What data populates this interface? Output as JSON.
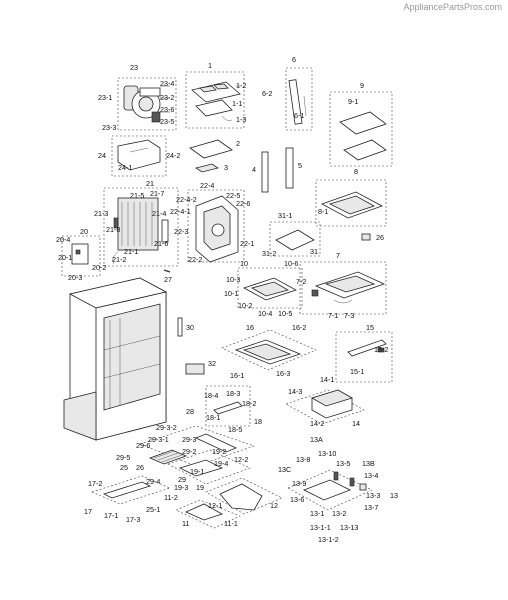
{
  "watermark": "AppliancePartsPros.com",
  "labels": {
    "l1": "1",
    "l1_1": "1-1",
    "l1_2": "1-2",
    "l1_3": "1-3",
    "l2": "2",
    "l3": "3",
    "l4": "4",
    "l5": "5",
    "l6": "6",
    "l6_1": "6-1",
    "l6_2": "6-2",
    "l7": "7",
    "l7_1": "7-1",
    "l7_2": "7-2",
    "l7_3": "7-3",
    "l8": "8",
    "l8_1": "8-1",
    "l9": "9",
    "l9_1": "9-1",
    "l10": "10",
    "l10_1": "10-1",
    "l10_2": "10-2",
    "l10_3": "10-3",
    "l10_4": "10-4",
    "l10_5": "10-5",
    "l10_6": "10-6",
    "l11": "11",
    "l11_1": "11-1",
    "l11_2": "11-2",
    "l12": "12",
    "l12_1": "12-1",
    "l12_2": "12-2",
    "l13": "13",
    "l13A": "13A",
    "l13B": "13B",
    "l13C": "13C",
    "l13_1": "13-1",
    "l13_1_1": "13-1-1",
    "l13_1_2": "13-1-2",
    "l13_2": "13-2",
    "l13_3": "13-3",
    "l13_4": "13-4",
    "l13_5": "13-5",
    "l13_6": "13-6",
    "l13_7": "13-7",
    "l13_8": "13-8",
    "l13_9": "13-9",
    "l13_10": "13-10",
    "l13_13": "13-13",
    "l14": "14",
    "l14_1": "14-1",
    "l14_2": "14-2",
    "l14_3": "14-3",
    "l15": "15",
    "l15_1": "15-1",
    "l15_2": "15-2",
    "l16": "16",
    "l16_1": "16-1",
    "l16_2": "16-2",
    "l16_3": "16-3",
    "l17": "17",
    "l17_1": "17-1",
    "l17_2": "17-2",
    "l17_3": "17-3",
    "l18": "18",
    "l18_1": "18-1",
    "l18_2": "18-2",
    "l18_3": "18-3",
    "l18_4": "18-4",
    "l18_5": "18-5",
    "l19": "19",
    "l19_1": "19-1",
    "l19_2": "19-2",
    "l19_3": "19-3",
    "l19_4": "19-4",
    "l20": "20",
    "l20_1": "20-1",
    "l20_2": "20-2",
    "l20_3": "20-3",
    "l20_4": "20-4",
    "l21": "21",
    "l21_1": "21-1",
    "l21_2": "21-2",
    "l21_3": "21-3",
    "l21_4": "21-4",
    "l21_5": "21-5",
    "l21_6": "21-6",
    "l21_7": "21-7",
    "l21_8": "21-8",
    "l22_1": "22-1",
    "l22_2": "22-2",
    "l22_3": "22-3",
    "l22_4": "22-4",
    "l22_4_1": "22-4-1",
    "l22_4_2": "22-4-2",
    "l22_5": "22-5",
    "l22_6": "22-6",
    "l23": "23",
    "l23_1": "23-1",
    "l23_2": "23-2",
    "l23_3": "23-3",
    "l23_4": "23-4",
    "l23_5": "23-5",
    "l23_6": "23-6",
    "l24": "24",
    "l24_1": "24-1",
    "l24_2": "24-2",
    "l25": "25",
    "l25_1": "25-1",
    "l26": "26",
    "l27": "27",
    "l28": "28",
    "l29": "29",
    "l29_2": "29-2",
    "l29_3": "29-3",
    "l29_3_1": "29-3-1",
    "l29_3_2": "29-3-2",
    "l29_4": "29-4",
    "l29_5": "29-5",
    "l29_6": "29-6",
    "l30": "30",
    "l31": "31",
    "l31_1": "31-1",
    "l31_2": "31-2",
    "l32": "32"
  }
}
